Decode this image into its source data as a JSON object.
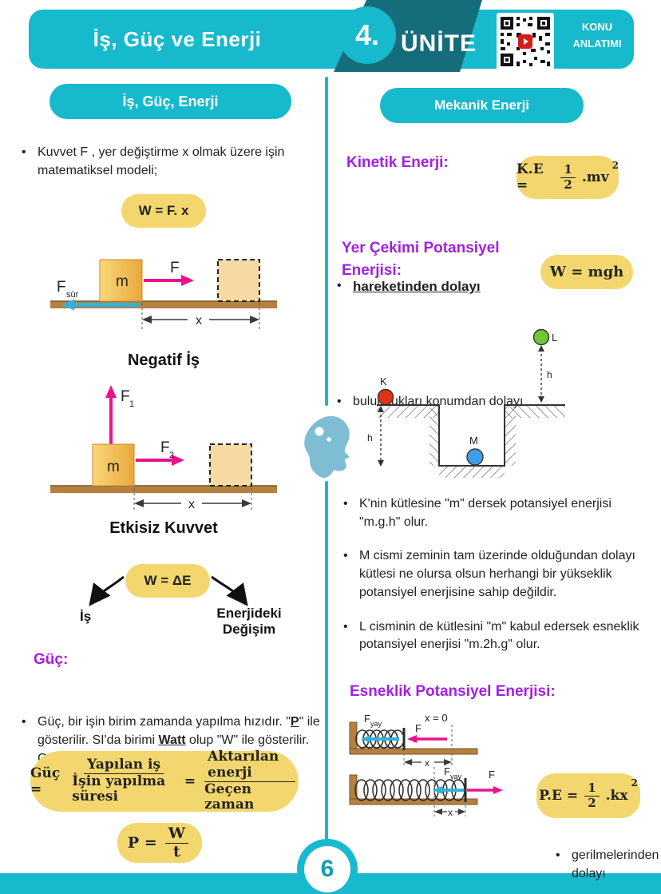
{
  "colors": {
    "teal": "#17b9cd",
    "teal_dark": "#156d7c",
    "yellow": "#f3d76e",
    "purple": "#a21fe3",
    "magenta": "#ea1190",
    "cyan_arrow": "#2fb3dc",
    "ground_brown": "#b5813f"
  },
  "header": {
    "title": "İş, Güç ve Enerji",
    "unit_number": "4.",
    "unit_label": "ÜNİTE",
    "qr_caption_line1": "KONU",
    "qr_caption_line2": "ANLATIMI"
  },
  "footer": {
    "page_number": "6"
  },
  "left": {
    "section_title": "İş, Güç, Enerji",
    "intro": "Kuvvet F , yer değiştirme x olmak üzere işin matematiksel modeli;",
    "formula_w": "W = F. x",
    "fig_negatif": {
      "label_f": "F",
      "label_m": "m",
      "label_fsur_base": "F",
      "label_fsur_sub": "sür",
      "label_x": "x",
      "caption": "Negatif İş"
    },
    "fig_etkisiz": {
      "label_f1_base": "F",
      "label_f1_sub": "1",
      "label_f2_base": "F",
      "label_f2_sub": "2",
      "label_m": "m",
      "label_x": "x",
      "caption": "Etkisiz Kuvvet"
    },
    "w_delta": {
      "formula": "W = ΔE",
      "left_label": "İş",
      "right_label_line1": "Enerjideki",
      "right_label_line2": "Değişim"
    },
    "guc": {
      "heading": "Güç:",
      "p1": "Güç, bir işin birim zamanda yapılma hızıdır. \"",
      "p_bold": "P",
      "p2": "\" ile gösterilir. SI'da birimi ",
      "watt": "Watt",
      "p3": " olup \"W\" ile gösterilir. Gücün modeli;"
    },
    "guc_formula": {
      "lhs": "Güç =",
      "num1": "Yapılan iş",
      "den1": "İşin yapılma süresi",
      "eq": "=",
      "num2": "Aktarılan enerji",
      "den2": "Geçen zaman"
    },
    "p_formula": {
      "lhs": "P =",
      "num": "W",
      "den": "t"
    }
  },
  "right": {
    "section_title": "Mekanik Enerji",
    "kinetik": {
      "heading": "Kinetik Enerji:",
      "bullet": "hareketinden dolayı",
      "formula": {
        "lhs": "K.E =",
        "num": "1",
        "den": "2",
        "rhs": ".mv",
        "sup": "2"
      }
    },
    "yer_cekimi": {
      "heading_line1": "Yer Çekimi Potansiyel",
      "heading_line2": "Enerjisi:",
      "bullet": "bulundukları konumdan dolayı",
      "formula": "W = mgh"
    },
    "diagram": {
      "label_k": "K",
      "label_l": "L",
      "label_m": "M",
      "label_h_left": "h",
      "label_h_right": "h"
    },
    "bullets": [
      "K'nin kütlesine \"m\" dersek potansiyel enerjisi \"m.g.h\" olur.",
      "M cismi zeminin tam üzerinde olduğundan dolayı kütlesi ne olursa olsun herhangi bir yükseklik potansiyel enerjisine sahip değildir.",
      "L cisminin de kütlesini \"m\" kabul edersek esneklik potansiyel enerjisi \"m.2h.g\" olur."
    ],
    "esneklik": {
      "heading": "Esneklik Potansiyel Enerjisi:",
      "bullet": "gerilmelerinden dolayı",
      "fig1": {
        "label_fyay_base": "F",
        "label_fyay_sub": "yay",
        "label_f": "F",
        "label_x0": "x = 0",
        "label_x": "x"
      },
      "fig2": {
        "label_fyay_base": "F",
        "label_fyay_sub": "yay",
        "label_f": "F",
        "label_x": "x"
      },
      "formula": {
        "lhs": "P.E =",
        "num": "1",
        "den": "2",
        "rhs": ".kx",
        "sup": "2"
      }
    }
  }
}
